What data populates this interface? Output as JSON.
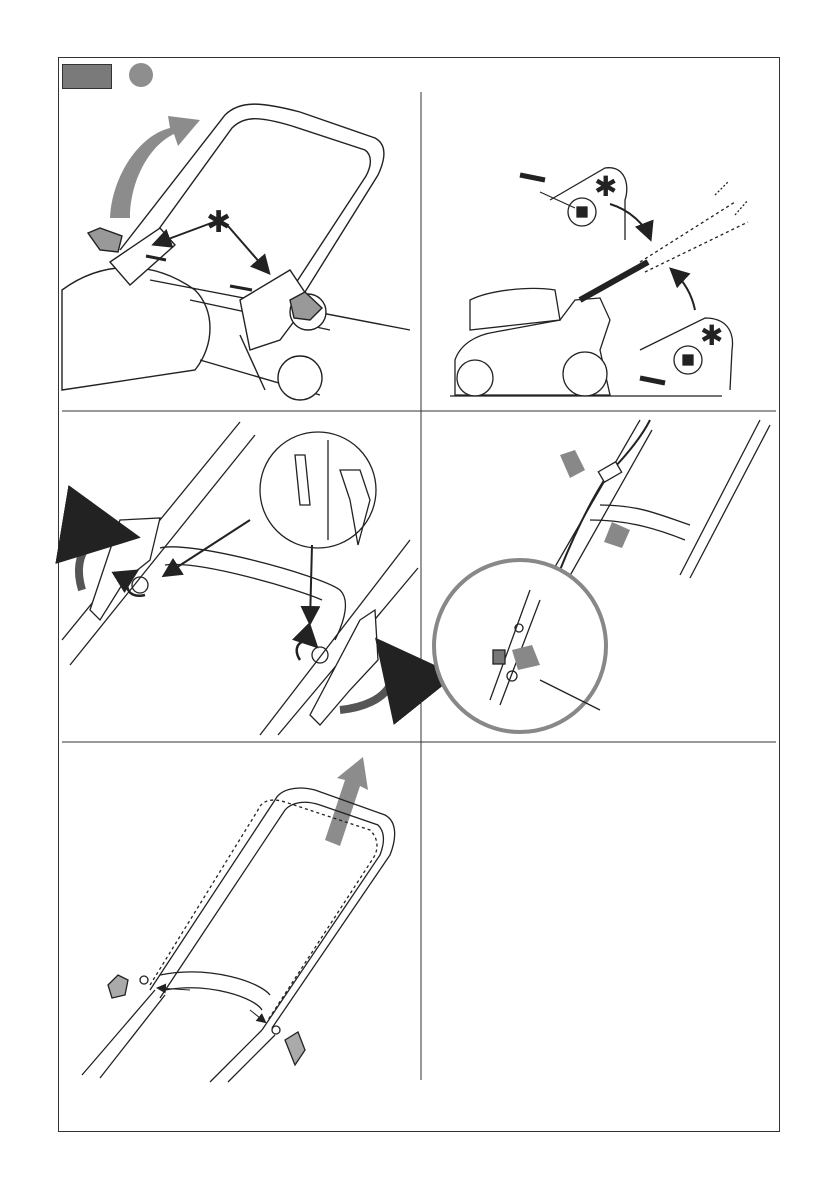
{
  "badge": {
    "box_color": "#7a7a7a",
    "dot_color": "#8e8e8e"
  },
  "symbols": {
    "asterisk": "✱"
  },
  "panels": [
    {
      "id": "p1",
      "content": "handle-unfold-with-bolts-and-knobs"
    },
    {
      "id": "p2",
      "content": "mower-side-view-handle-positions"
    },
    {
      "id": "p3",
      "content": "clamp-levers-adjustment-detail"
    },
    {
      "id": "p4",
      "content": "cable-clip-routing-detail"
    },
    {
      "id": "p5",
      "content": "handle-raise-with-knobs"
    },
    {
      "id": "p6",
      "content": "empty"
    }
  ],
  "colors": {
    "line": "#222222",
    "arrow_gray": "#8c8c8c",
    "fill_light": "#f2f2f2"
  }
}
